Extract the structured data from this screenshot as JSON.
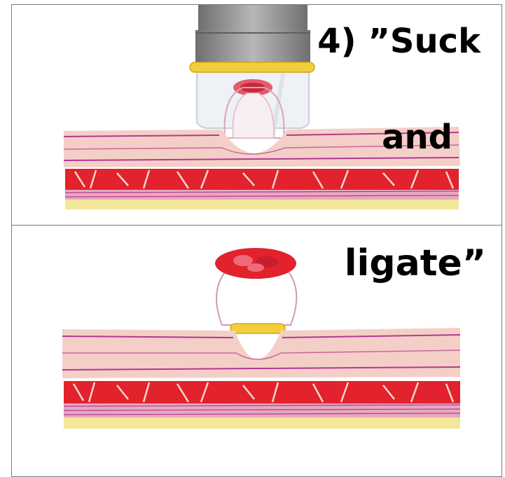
{
  "caption": {
    "line1": "4) ”Suck",
    "line2": "and",
    "line3": "ligate”"
  },
  "colors": {
    "tissue_pink": "#f4c9c4",
    "muscle_red": "#e2222c",
    "vessel_purple": "#b2398f",
    "band_yellow": "#f2cf3a",
    "base_yellow": "#f3e79a",
    "scope_grey": "#9a9a9a"
  },
  "icons": {
    "endoscope": "endoscope-cap-icon",
    "band": "rubber-band-icon",
    "polyp": "ligated-tissue-icon"
  }
}
